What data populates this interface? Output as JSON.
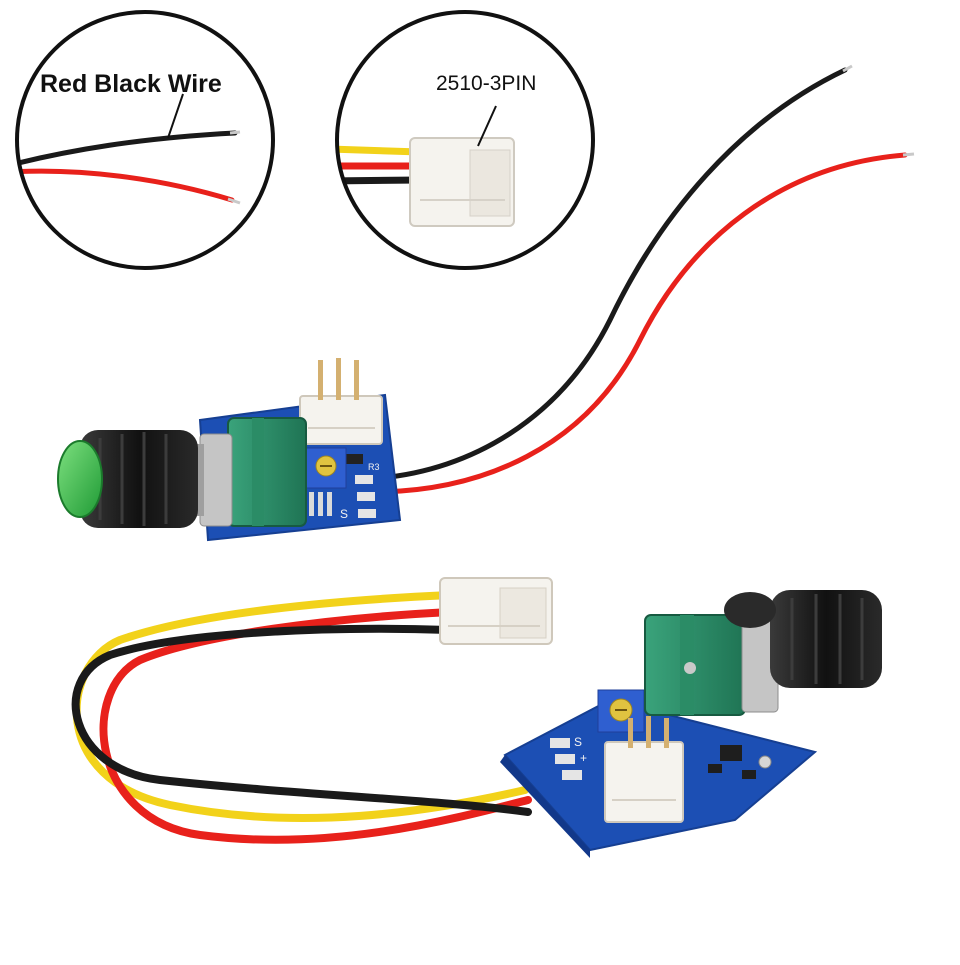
{
  "callouts": {
    "wire_label": "Red Black Wire",
    "connector_label": "2510-3PIN"
  },
  "pcb_silkscreen": {
    "top_board_s": "S",
    "top_board_r3": "R3",
    "bottom_board_s": "S",
    "bottom_board_plus": "+"
  },
  "colors": {
    "wire_red": "#e8211b",
    "wire_black": "#1a1a1a",
    "wire_yellow": "#f2d21a",
    "pcb_blue": "#1c4fb4",
    "potentiometer_green": "#2f8f6d",
    "knob_black": "#1b1b1b",
    "knob_cap_green": "#3dbb4a",
    "connector_white": "#f5f3ee"
  }
}
